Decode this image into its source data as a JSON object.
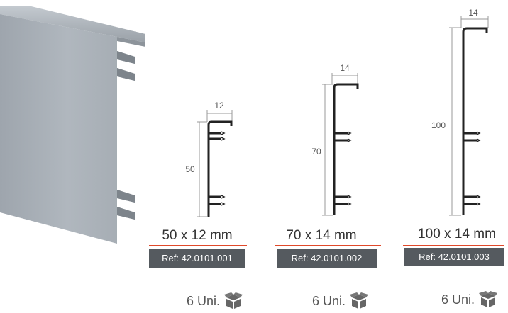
{
  "profiles": [
    {
      "width_label": "12",
      "height_label": "50",
      "size": "50 x 12 mm",
      "ref": "Ref: 42.0101.001",
      "pack": "6 Uni."
    },
    {
      "width_label": "14",
      "height_label": "70",
      "size": "70 x 14 mm",
      "ref": "Ref: 42.0101.002",
      "pack": "6 Uni."
    },
    {
      "width_label": "14",
      "height_label": "100",
      "size": "100 x 14 mm",
      "ref": "Ref: 42.0101.003",
      "pack": "6 Uni."
    }
  ],
  "colors": {
    "accent_underline": "#e0492a",
    "badge_bg": "#555a5f",
    "profile_photo": "#a9b0b7"
  },
  "icons": {
    "pack": "box-icon"
  }
}
